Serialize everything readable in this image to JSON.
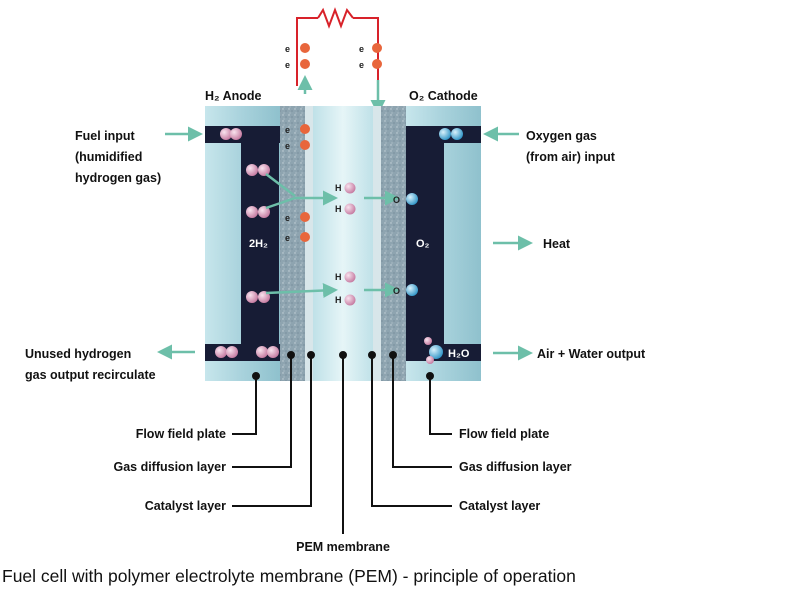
{
  "caption": "Fuel cell with polymer electrolyte membrane (PEM) - principle of operation",
  "header": {
    "anode": "H₂ Anode",
    "cathode": "O₂ Cathode"
  },
  "labels_left": {
    "fuel_input": [
      "Fuel input",
      "(humidified",
      "hydrogen gas)"
    ],
    "unused_hydrogen": [
      "Unused hydrogen",
      "gas output recirculate"
    ],
    "flow_field_plate": "Flow field plate",
    "gas_diffusion_layer": "Gas diffusion layer",
    "catalyst_layer": "Catalyst layer"
  },
  "labels_right": {
    "oxygen_gas": [
      "Oxygen gas",
      "(from air) input"
    ],
    "heat": "Heat",
    "air_water_output": "Air + Water output",
    "flow_field_plate": "Flow field plate",
    "gas_diffusion_layer": "Gas diffusion layer",
    "catalyst_layer": "Catalyst layer"
  },
  "bottom_label": "PEM membrane",
  "inside": {
    "h2": "2H₂",
    "o2": "O₂",
    "h2o": "H₂O",
    "electron": "e",
    "proton": "H",
    "oxygen": "O"
  },
  "colors": {
    "plate": "#a9d4de",
    "channel": "#171c35",
    "gdl": "#8fa6b2",
    "membrane": "#cfe9ee",
    "arrow": "#6dbfa9",
    "hydrogen": "#cf8fb0",
    "oxygen": "#43a9d5",
    "electron": "#e8663c",
    "resistor": "#d8222a"
  }
}
